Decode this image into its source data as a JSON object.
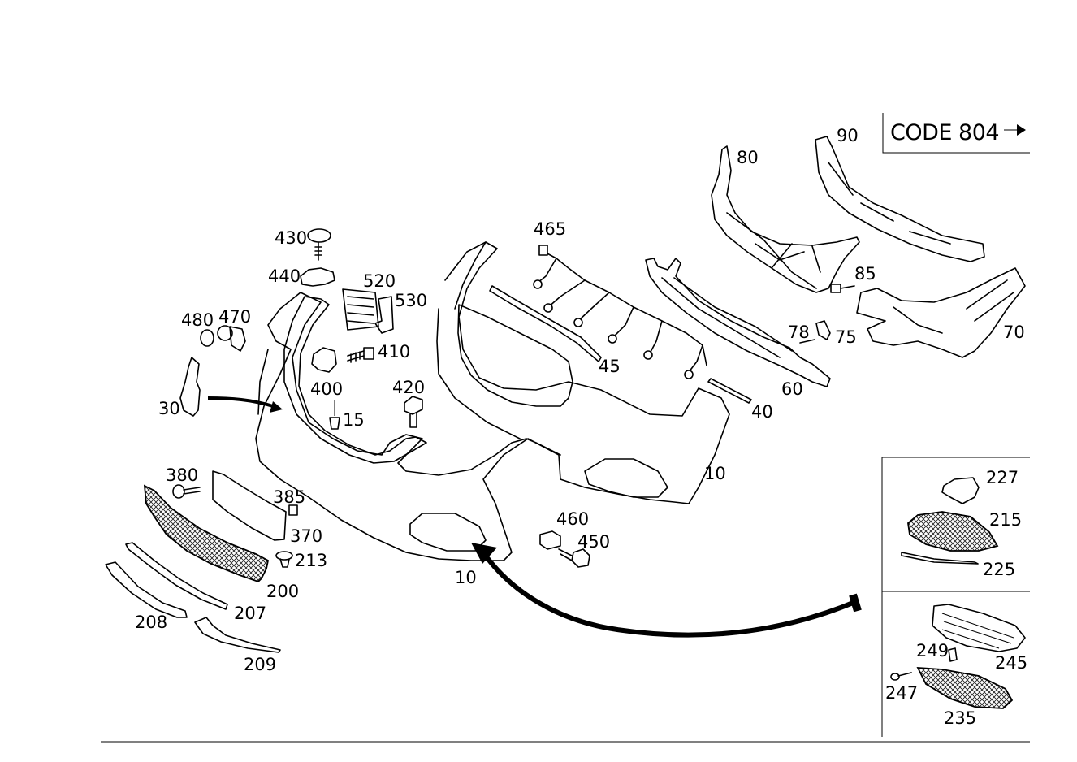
{
  "code_box": {
    "text": "CODE 804"
  },
  "labels": [
    {
      "id": "l90",
      "text": "90"
    },
    {
      "id": "l80",
      "text": "80"
    },
    {
      "id": "l85",
      "text": "85"
    },
    {
      "id": "l70",
      "text": "70"
    },
    {
      "id": "l78",
      "text": "78"
    },
    {
      "id": "l75",
      "text": "75"
    },
    {
      "id": "l60",
      "text": "60"
    },
    {
      "id": "l40",
      "text": "40"
    },
    {
      "id": "l465",
      "text": "465"
    },
    {
      "id": "l45",
      "text": "45"
    },
    {
      "id": "l430",
      "text": "430"
    },
    {
      "id": "l440",
      "text": "440"
    },
    {
      "id": "l520",
      "text": "520"
    },
    {
      "id": "l530",
      "text": "530"
    },
    {
      "id": "l480",
      "text": "480"
    },
    {
      "id": "l470",
      "text": "470"
    },
    {
      "id": "l410",
      "text": "410"
    },
    {
      "id": "l400",
      "text": "400"
    },
    {
      "id": "l15",
      "text": "15"
    },
    {
      "id": "l420",
      "text": "420"
    },
    {
      "id": "l30",
      "text": "30"
    },
    {
      "id": "l10a",
      "text": "10"
    },
    {
      "id": "l10b",
      "text": "10"
    },
    {
      "id": "l380",
      "text": "380"
    },
    {
      "id": "l385",
      "text": "385"
    },
    {
      "id": "l370",
      "text": "370"
    },
    {
      "id": "l213",
      "text": "213"
    },
    {
      "id": "l200",
      "text": "200"
    },
    {
      "id": "l207",
      "text": "207"
    },
    {
      "id": "l208",
      "text": "208"
    },
    {
      "id": "l209",
      "text": "209"
    },
    {
      "id": "l460",
      "text": "460"
    },
    {
      "id": "l450",
      "text": "450"
    },
    {
      "id": "l227",
      "text": "227"
    },
    {
      "id": "l215",
      "text": "215"
    },
    {
      "id": "l225",
      "text": "225"
    },
    {
      "id": "l249",
      "text": "249"
    },
    {
      "id": "l245",
      "text": "245"
    },
    {
      "id": "l247",
      "text": "247"
    },
    {
      "id": "l235",
      "text": "235"
    }
  ]
}
